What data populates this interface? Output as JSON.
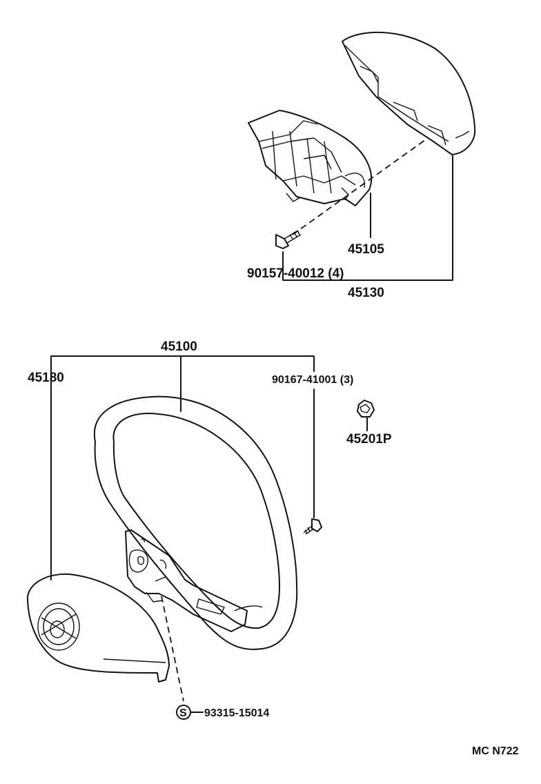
{
  "parts": {
    "pad_assembly": "45130",
    "pad_sub_assembly": "45105",
    "pad_screw": "90157-40012 (4)",
    "steering_wheel_assembly": "45100",
    "steering_wheel_cover": "45180",
    "wheel_screw": "90167-41001 (3)",
    "steering_wheel_nut": "45201P",
    "wheel_bolt_symbol": "S",
    "wheel_bolt": "93315-15014"
  },
  "diagram_code": "MC N722"
}
